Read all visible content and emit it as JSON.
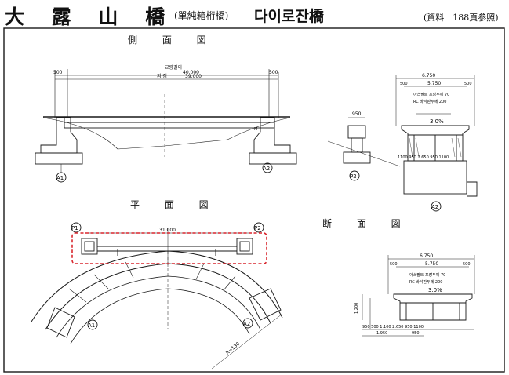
{
  "header": {
    "title": "大 露 山 橋",
    "subtitle": "(單純箱桁橋)",
    "title_korean": "다이로잔橋",
    "reference": "(資料　188頁参照)"
  },
  "views": {
    "side_view": "側 面 図",
    "plan_view": "平 面 図",
    "section_view": "断 面 図"
  },
  "side_dims": {
    "left_offset": "500",
    "total_length": "40.000",
    "total_length_label": "교량길이",
    "span": "39.000",
    "span_label": "지 점",
    "right_offset": "500",
    "left_abutment": "A1",
    "right_abutment": "A2",
    "bearing_mark": "M"
  },
  "pier_detail": {
    "top_dim": "950",
    "label": "P2"
  },
  "section_top": {
    "width_total": "6.750",
    "width_inner": "5.750",
    "left_offset": "500",
    "right_offset": "500",
    "pavement_note": "아스팔트 포장두께 70",
    "slab_note": "RC 바닥판두께 200",
    "slope": "3.0%",
    "bottom_dims": "1100 950   2.650   950 1100",
    "label": "A2"
  },
  "plan_dims": {
    "span": "31.000",
    "radius": "R=130",
    "p1": "P1",
    "p2": "P2",
    "a1": "A1",
    "a2": "A2"
  },
  "section_bottom": {
    "width_total": "6.750",
    "width_inner": "5.750",
    "left_offset": "500",
    "right_offset": "500",
    "pavement_note": "아스팔트 포장두께 70",
    "slab_note": "RC 바닥판두께 200",
    "slope": "3.0%",
    "height": "1.200",
    "bottom_dims": "950 500  1.100   2.650   950 1100",
    "bottom_total": "1.950",
    "bottom_right": "950"
  },
  "colors": {
    "line": "#1a1a1a",
    "highlight": "#d8272e",
    "background": "#ffffff"
  }
}
